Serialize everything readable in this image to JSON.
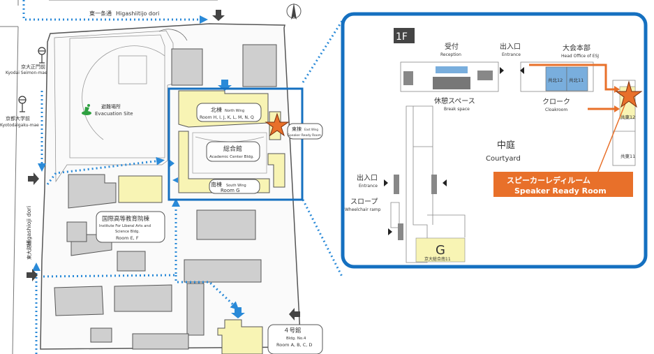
{
  "campus_map": {
    "north_street": {
      "jp": "東一条通",
      "en": "Higashiitijo dori"
    },
    "west_street": {
      "jp": "東大路通",
      "en": "Higashioji dori"
    },
    "bus_stops": [
      {
        "jp": "京大正門前",
        "en": "Kyodai Seimon-mae"
      },
      {
        "jp": "京都大学前",
        "en": "Kyotodaigaku-mae"
      }
    ],
    "evacuation_site": {
      "jp": "避難場所",
      "en": "Evacuation Site"
    },
    "buildings": {
      "north_wing": {
        "jp": "北棟",
        "en": "North Wing",
        "rooms": "Room H, I, J, K, L, M, N, Q"
      },
      "academic_center": {
        "jp": "総合館",
        "en": "Academic Center Bldg."
      },
      "south_wing": {
        "jp": "南棟",
        "en": "South Wing",
        "rooms": "Room G"
      },
      "east_wing": {
        "jp": "東棟",
        "en": "East Wing",
        "note": "Speaker Ready Room"
      },
      "liberal_arts": {
        "jp": "国際高等教育院棟",
        "en_line1": "Institute For Liberal Arts and",
        "en_line2": "Science Bldg.",
        "rooms": "Room E, F"
      },
      "bldg4": {
        "jp": "４号館",
        "en": "Bldg. No.4",
        "rooms": "Room A, B, C, D"
      }
    },
    "icons": [
      "north-arrow-icon",
      "bus-stop-icon",
      "entrance-arrow-icon",
      "route-arrow-icon",
      "evacuation-icon",
      "star-marker-icon"
    ]
  },
  "inset": {
    "floor": "1F",
    "reception": {
      "jp": "受付",
      "en": "Reception"
    },
    "break_space": {
      "jp": "休憩スペース",
      "en": "Break space"
    },
    "entrance_top": {
      "jp": "出入口",
      "en": "Entrance"
    },
    "head_office": {
      "jp": "大会本部",
      "en": "Head Office of ESJ"
    },
    "cloakroom": {
      "jp": "クローク",
      "en": "Cloakroom"
    },
    "rooms": {
      "kyohoku12": "共北12",
      "kyohoku11": "共北11",
      "kyoto12": "共東12",
      "kyoto11": "共東11",
      "south11": "京大総合南11"
    },
    "courtyard": {
      "jp": "中庭",
      "en": "Courtyard"
    },
    "entrance_left": {
      "jp": "出入口",
      "en": "Entrance"
    },
    "slope": {
      "jp": "スロープ",
      "en": "Wheelchair ramp"
    },
    "room_g": "G",
    "speaker_ready": {
      "jp": "スピーカーレディルーム",
      "en": "Speaker Ready Room"
    }
  },
  "colors": {
    "route_blue": "#2a8ad8",
    "frame_blue": "#1570c0",
    "building_yellow": "#f8f4b4",
    "building_gray": "#cfcfcf",
    "accent_orange": "#e8702a",
    "room_blue": "#79aedd",
    "dark_arrow": "#444444"
  }
}
